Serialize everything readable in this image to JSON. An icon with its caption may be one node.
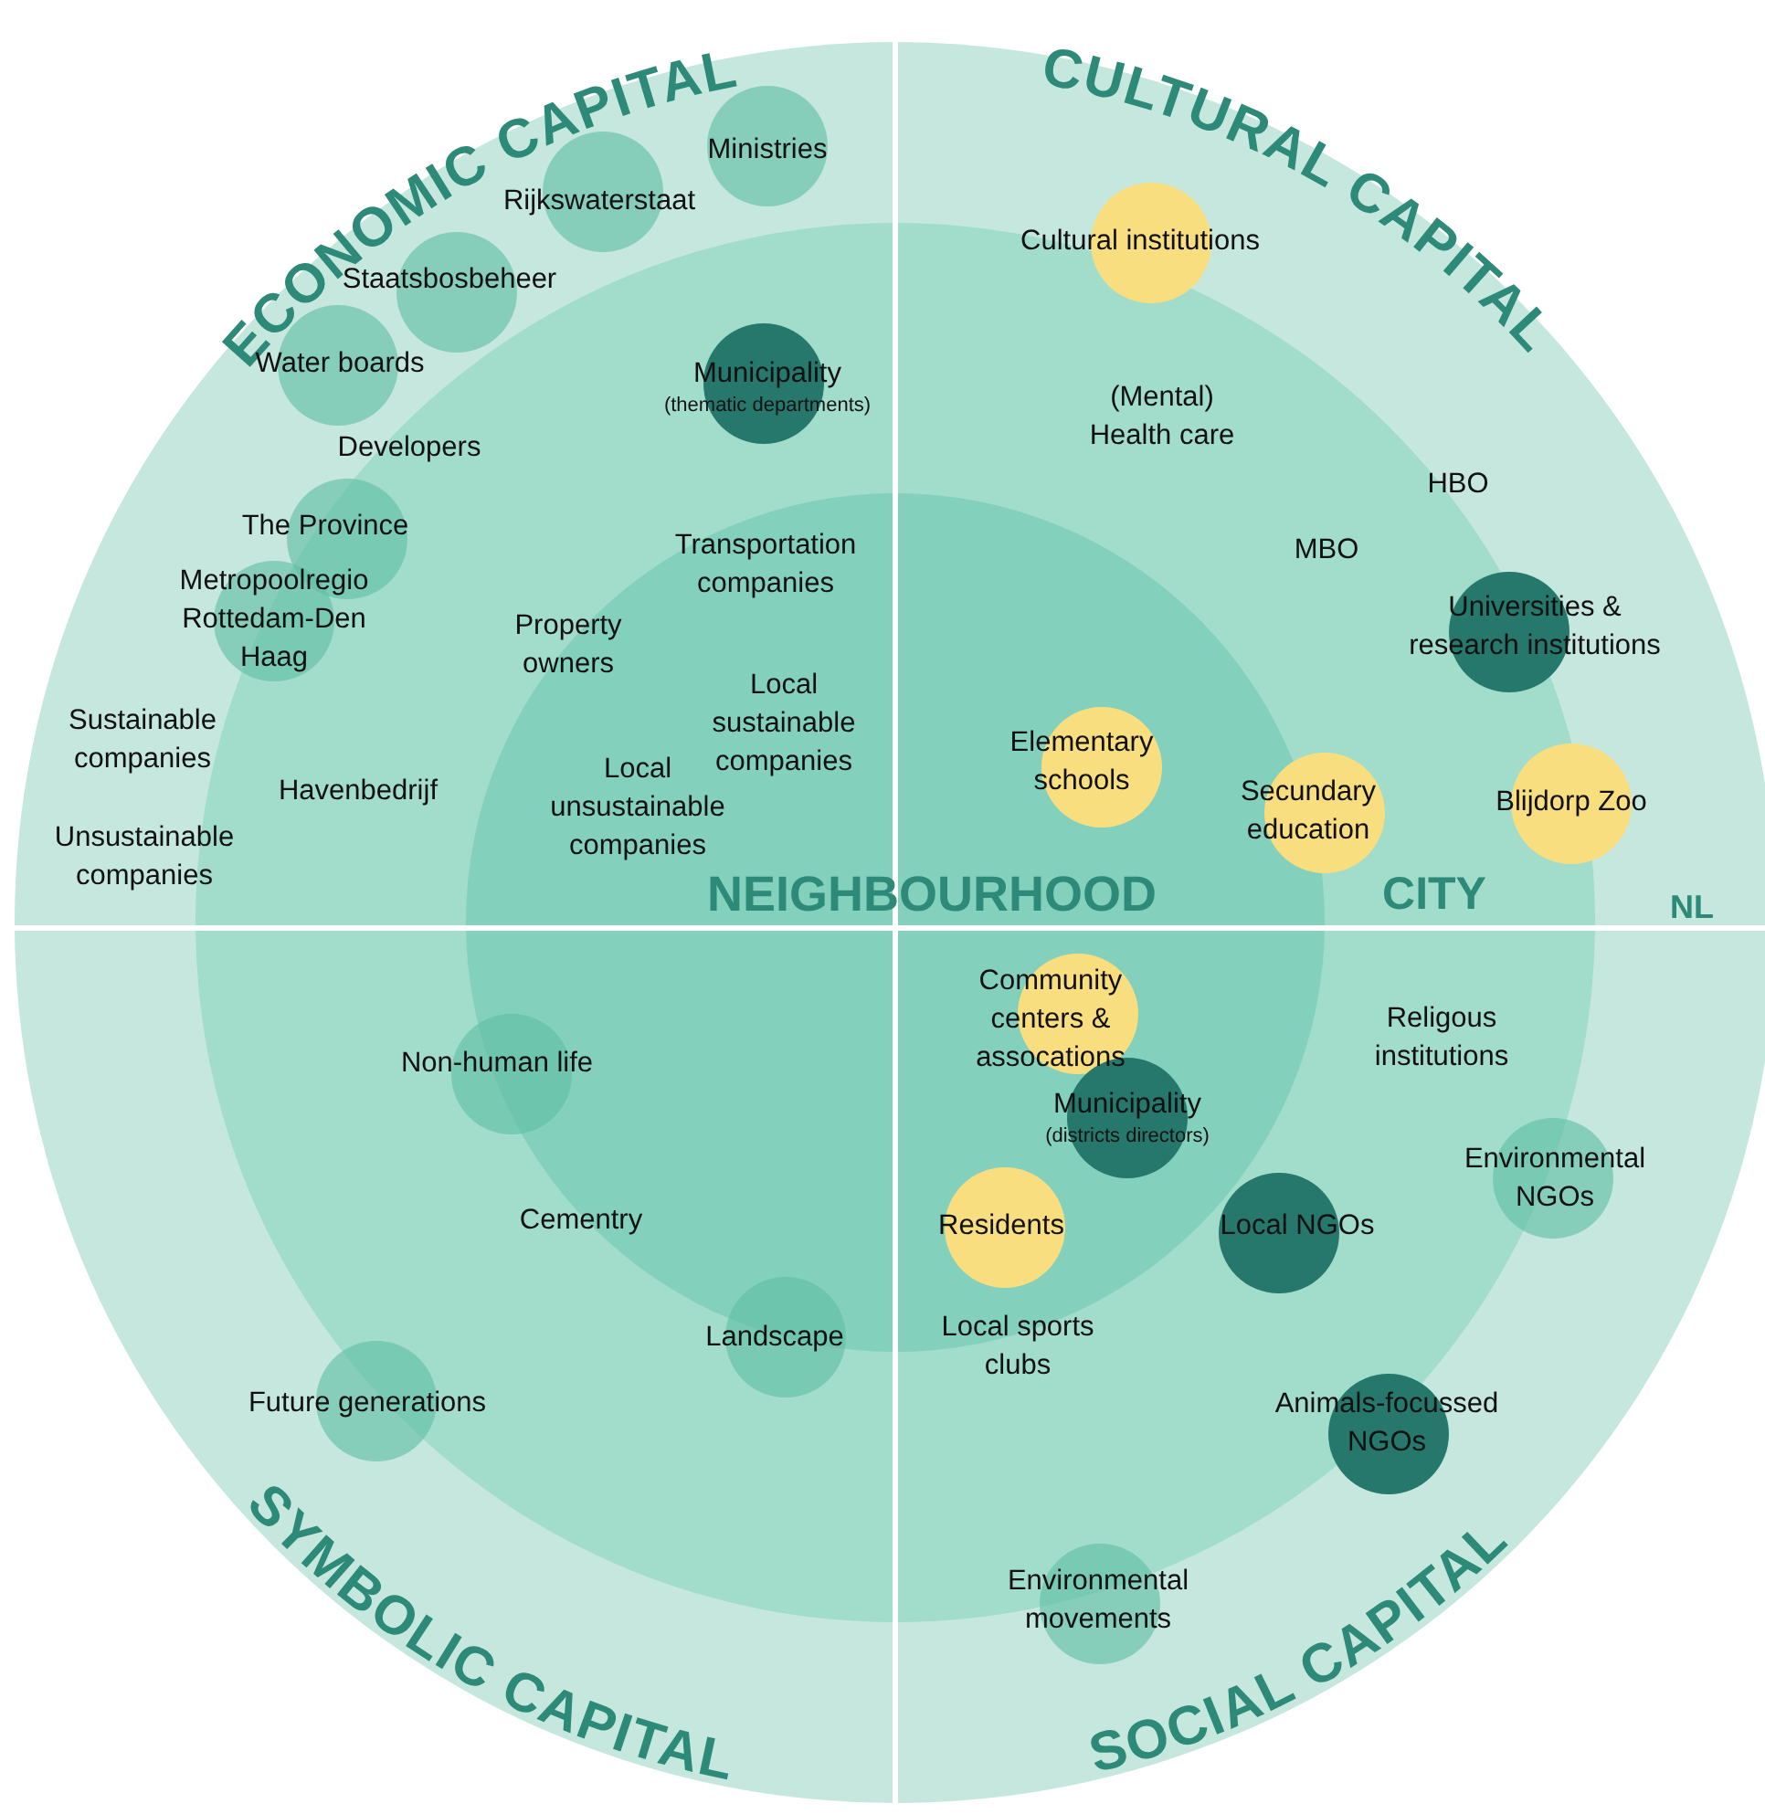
{
  "diagram": {
    "nodes": [
      {
        "text": [
          "NL"
        ]
      },
      {
        "text": [
          "CITY"
        ],
        "in": 0
      },
      {
        "text": [
          "NEIGHBOURHOOD"
        ],
        "in": 1
      },
      {
        "text": [
          "Ministries"
        ],
        "in": 0
      },
      {
        "text": [
          "Rijkswaterstaat"
        ],
        "in": 0
      },
      {
        "text": [
          "Cultural institutions"
        ],
        "in": 0
      },
      {
        "text": [
          "Staatsbosbeheer"
        ],
        "in": 1
      },
      {
        "text": [
          "Water boards"
        ],
        "in": 1
      },
      {
        "text": [
          "Municipality",
          "(thematic departments)"
        ],
        "in": 1
      },
      {
        "text": [
          "The Province"
        ],
        "in": 1
      },
      {
        "text": [
          "Metropoolregio Rottedam-Den Haag"
        ],
        "in": 0
      },
      {
        "text": [
          "Universities & research institutions"
        ],
        "in": 1
      },
      {
        "text": [
          "Elementary schools"
        ],
        "in": 2
      },
      {
        "text": [
          "Blijdorp Zoo"
        ],
        "in": 0
      },
      {
        "text": [
          "Secundary education"
        ],
        "in": 1
      },
      {
        "text": [
          "Community centers & assocations"
        ],
        "in": 2
      },
      {
        "text": [
          "Non-human life"
        ],
        "in": 1
      },
      {
        "text": [
          "Municipality",
          "(districts directors)"
        ],
        "in": 2
      },
      {
        "text": [
          "Environmental NGOs"
        ],
        "in": 0
      },
      {
        "text": [
          "Residents"
        ],
        "in": 2
      },
      {
        "text": [
          "Local NGOs"
        ],
        "in": 1
      },
      {
        "text": [
          "Landscape"
        ],
        "in": 1
      },
      {
        "text": [
          "Future generations"
        ],
        "in": 1
      },
      {
        "text": [
          "Animals-focussed NGOs"
        ],
        "in": 1
      },
      {
        "text": [
          "Environmental movements"
        ],
        "in": 0
      }
    ],
    "labels": [
      "ECONOMIC CAPITAL",
      "CULTURAL CAPITAL",
      "Developers",
      "(Mental) Health care",
      "HBO",
      "MBO",
      "Transportation companies",
      "Property owners",
      "Local sustainable companies",
      "Sustainable companies",
      "Havenbedrijf",
      "Local unsustainable companies",
      "Unsustainable companies",
      "Religous institutions",
      "Cementry",
      "Local sports clubs",
      "SYMBOLIC CAPITAL",
      "SOCIAL CAPITAL"
    ]
  }
}
